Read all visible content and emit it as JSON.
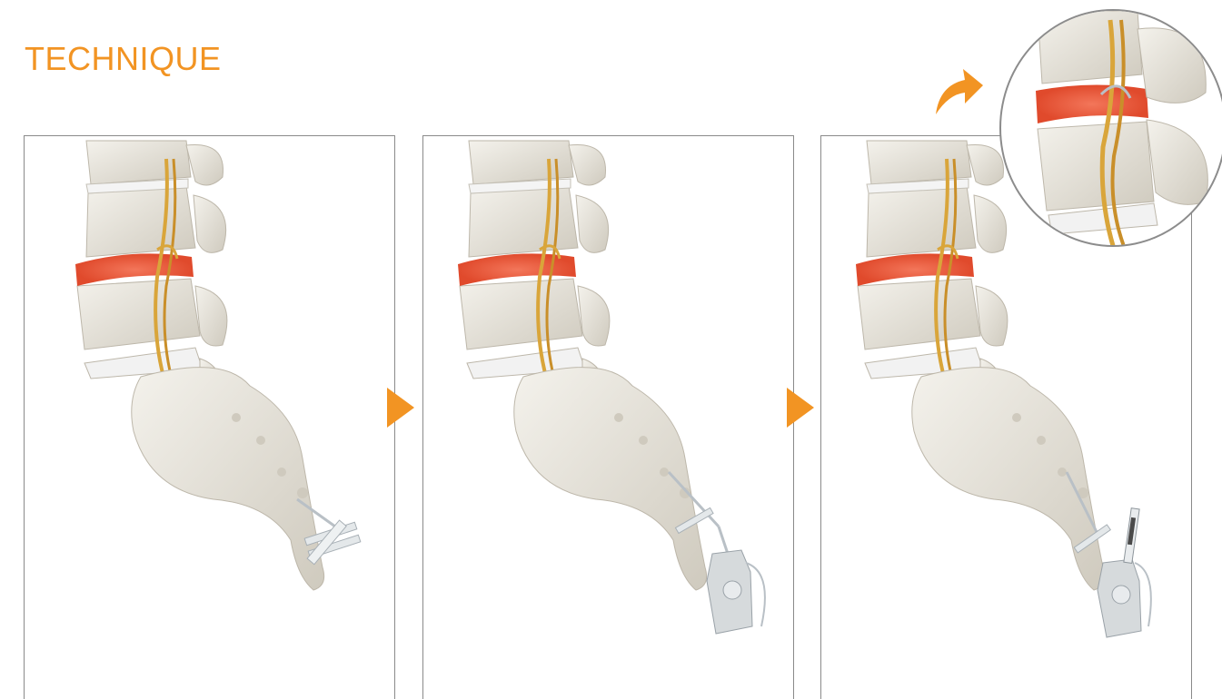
{
  "header": {
    "title": "TECHNIQUE"
  },
  "colors": {
    "accent": "#f29423",
    "bone": "#e8e5de",
    "bone_shadow": "#c9c4b8",
    "nerve": "#d9a53a",
    "herniation": "#e8553a",
    "device": "#d6dadc"
  },
  "steps": [
    {
      "step": 1,
      "device": "needle-introducer"
    },
    {
      "step": 2,
      "device": "catheter-with-handpiece"
    },
    {
      "step": 3,
      "device": "catheter-handpiece-with-syringe"
    }
  ],
  "icons": [
    "step-arrow-icon",
    "curved-arrow-icon"
  ]
}
